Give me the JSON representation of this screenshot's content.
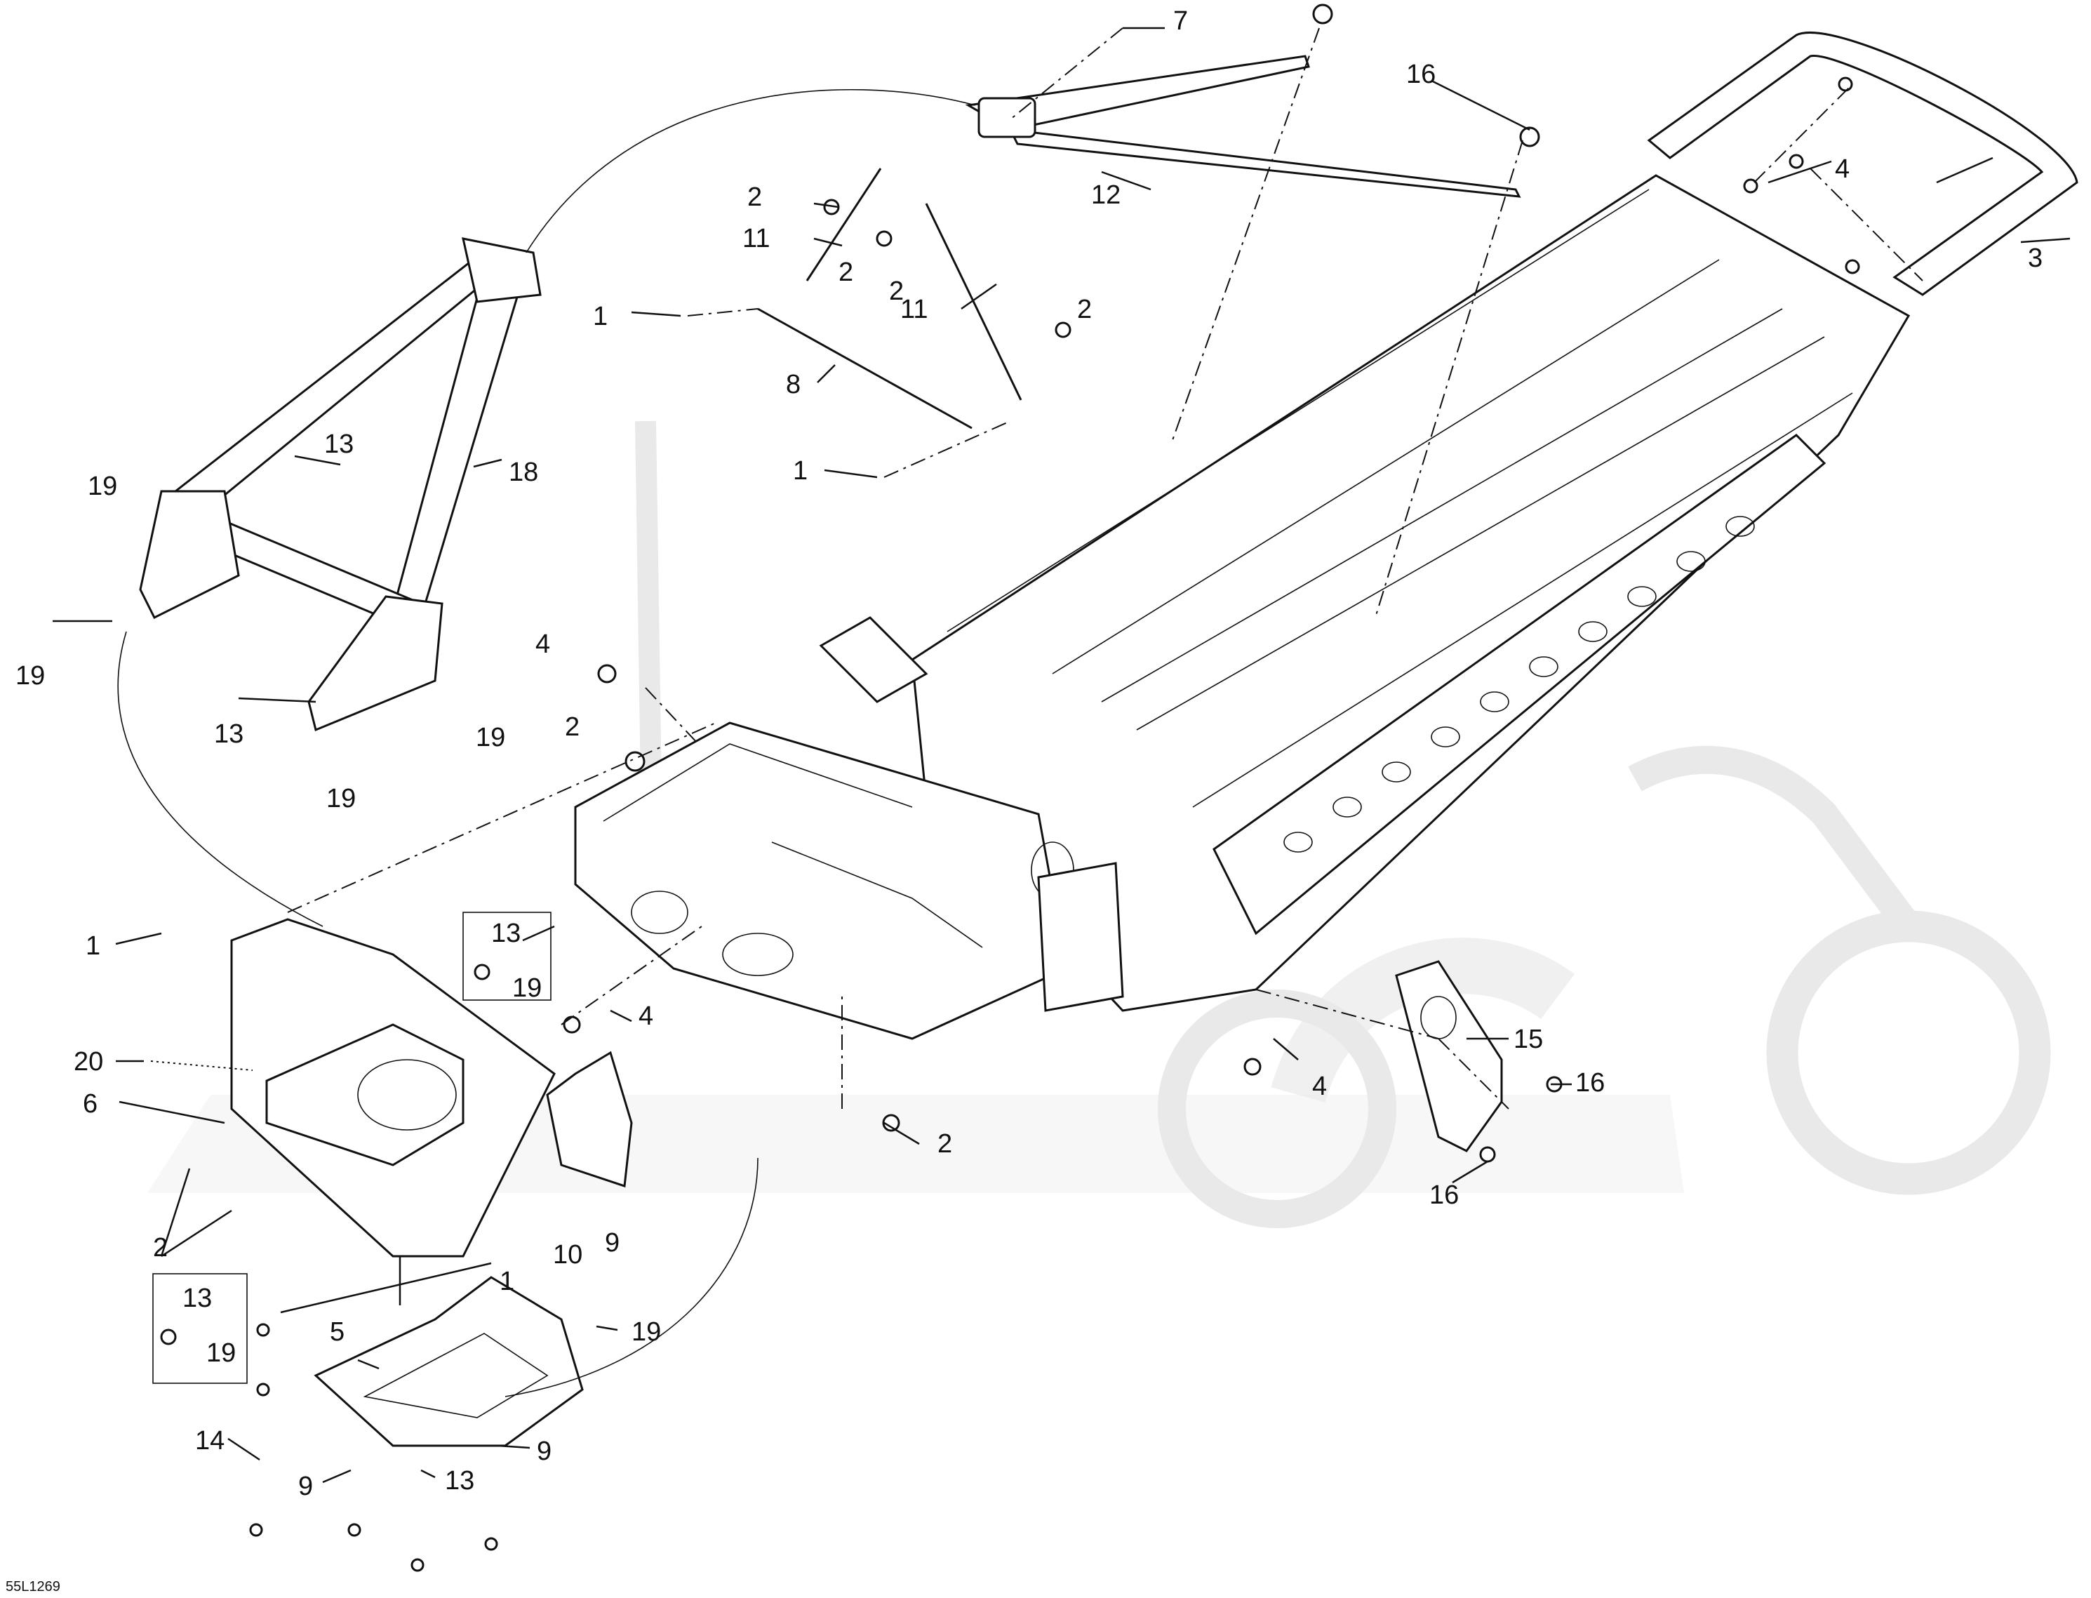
{
  "document_id": "55L1269",
  "callouts": [
    {
      "label": "7"
    },
    {
      "label": "16"
    },
    {
      "label": "4"
    },
    {
      "label": "3"
    },
    {
      "label": "2"
    },
    {
      "label": "12"
    },
    {
      "label": "11"
    },
    {
      "label": "2"
    },
    {
      "label": "2"
    },
    {
      "label": "1"
    },
    {
      "label": "11"
    },
    {
      "label": "2"
    },
    {
      "label": "8"
    },
    {
      "label": "1"
    },
    {
      "label": "13"
    },
    {
      "label": "18"
    },
    {
      "label": "19"
    },
    {
      "label": "19"
    },
    {
      "label": "13"
    },
    {
      "label": "19"
    },
    {
      "label": "19"
    },
    {
      "label": "4"
    },
    {
      "label": "2"
    },
    {
      "label": "1"
    },
    {
      "label": "13"
    },
    {
      "label": "19"
    },
    {
      "label": "4"
    },
    {
      "label": "20"
    },
    {
      "label": "6"
    },
    {
      "label": "15"
    },
    {
      "label": "16"
    },
    {
      "label": "4"
    },
    {
      "label": "2"
    },
    {
      "label": "16"
    },
    {
      "label": "2"
    },
    {
      "label": "10"
    },
    {
      "label": "9"
    },
    {
      "label": "1"
    },
    {
      "label": "13"
    },
    {
      "label": "19"
    },
    {
      "label": "5"
    },
    {
      "label": "19"
    },
    {
      "label": "14"
    },
    {
      "label": "9"
    },
    {
      "label": "13"
    },
    {
      "label": "9"
    }
  ]
}
